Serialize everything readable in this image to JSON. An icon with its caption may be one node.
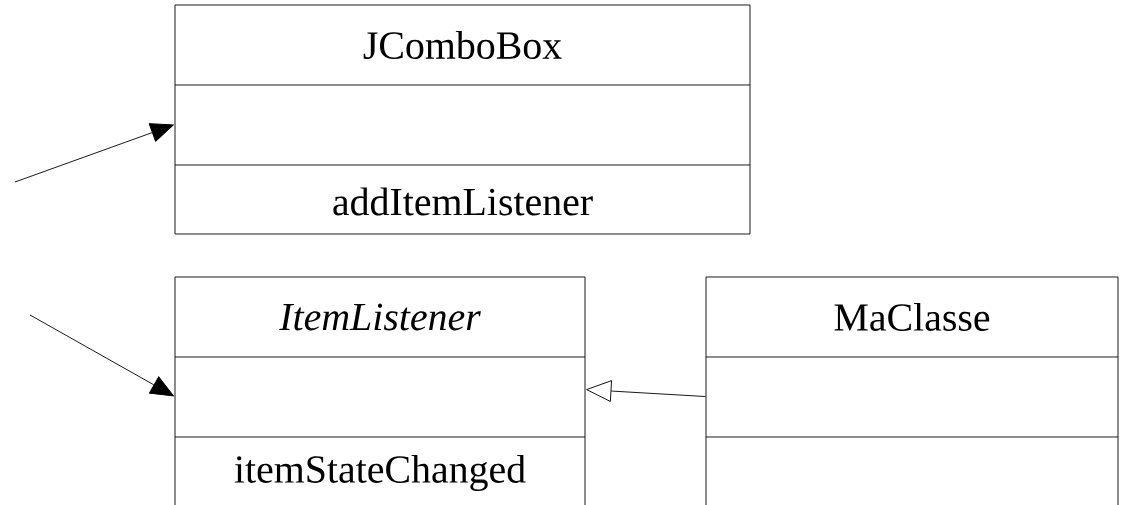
{
  "diagram": {
    "nodes": [
      {
        "text": [
          "JComboBox",
          "addItemListener"
        ]
      },
      {
        "text": [
          "ItemListener",
          "itemStateChanged"
        ]
      },
      {
        "text": [
          "MaClasse"
        ]
      }
    ],
    "edges": [
      {
        "from": null,
        "to": 0,
        "arrow": "to"
      },
      {
        "from": null,
        "to": 1,
        "arrow": "to"
      },
      {
        "from": 2,
        "to": 1,
        "arrow": "to"
      }
    ]
  }
}
